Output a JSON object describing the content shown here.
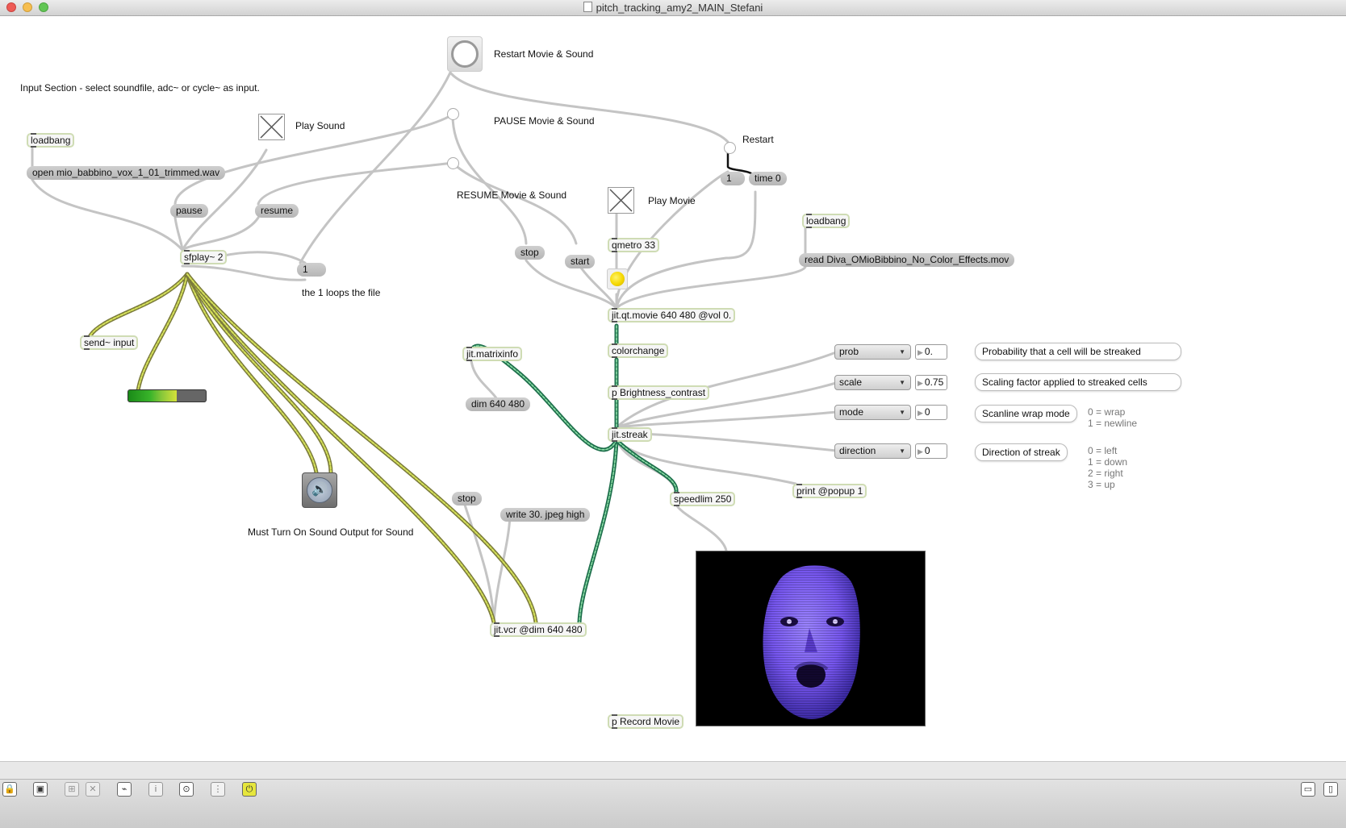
{
  "window": {
    "title": "pitch_tracking_amy2_MAIN_Stefani"
  },
  "comments": {
    "input_section": "Input Section - select soundfile, adc~ or cycle~ as input.",
    "restart_movie": "Restart Movie & Sound",
    "play_sound": "Play Sound",
    "pause_movie": "PAUSE Movie & Sound",
    "resume_movie": "RESUME Movie & Sound",
    "restart": "Restart",
    "play_movie": "Play Movie",
    "loops": "the 1 loops the file",
    "sound_output": "Must Turn On Sound Output for Sound",
    "wrap_modes": [
      "0 = wrap",
      "1 =  newline"
    ],
    "directions": [
      "0 = left",
      "1 = down",
      "2 = right",
      "3 = up"
    ]
  },
  "objects": {
    "loadbang_left": "loadbang",
    "sfplay": "sfplay~ 2",
    "send_input": "send~ input",
    "loadbang_right": "loadbang",
    "qmetro": "qmetro 33",
    "jit_qt_movie": "jit.qt.movie 640 480 @vol 0.",
    "colorchange": "colorchange",
    "brightness": "p Brightness_contrast",
    "jit_streak": "jit.streak",
    "jit_matrixinfo": "jit.matrixinfo",
    "speedlim": "speedlim 250",
    "print_popup": "print @popup 1",
    "jit_vcr": "jit.vcr @dim 640 480",
    "record_movie": "p Record Movie"
  },
  "messages": {
    "open_file": "open mio_babbino_vox_1_01_trimmed.wav",
    "pause": "pause",
    "resume": "resume",
    "one_loop": "1",
    "one_restart": "1",
    "time0": "time 0",
    "stop_movie": "stop",
    "start_movie": "start",
    "read_movie": "read Diva_OMioBibbino_No_Color_Effects.mov",
    "dim": "dim 640 480",
    "stop_vcr": "stop",
    "write": "write 30. jpeg high"
  },
  "controls": [
    {
      "menu": "prob",
      "value": "0.",
      "desc": "Probability that a cell will be streaked"
    },
    {
      "menu": "scale",
      "value": "0.75",
      "desc": "Scaling factor applied to streaked cells"
    },
    {
      "menu": "mode",
      "value": "0",
      "desc": "Scanline wrap mode"
    },
    {
      "menu": "direction",
      "value": "0",
      "desc": "Direction of streak"
    }
  ],
  "meter_level": 0.62,
  "colors": {
    "patchcord": "#c4c4c4",
    "signal_cord": "#a4b83e",
    "matrix_cord": "#1e6f4c",
    "object_border": "#cfdcb4",
    "led_on": "#f5d800",
    "face": "#7c5cf2"
  },
  "icons": {
    "toggle": "x-icon",
    "speaker": "speaker-icon",
    "doc": "document-icon"
  }
}
